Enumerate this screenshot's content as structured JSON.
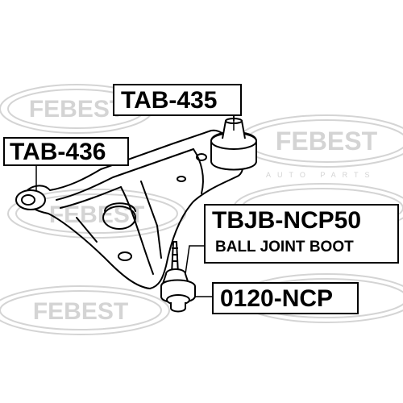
{
  "watermark": {
    "brand": "FEBEST",
    "tagline": "AUTO PARTS"
  },
  "labels": {
    "upper_bushing": "TAB-435",
    "front_bushing": "TAB-436",
    "boot_part_number": "TBJB-NCP50",
    "boot_description": "BALL JOINT BOOT",
    "ball_joint": "0120-NCP"
  },
  "colors": {
    "watermark": "#d4d4d4",
    "line": "#000000"
  }
}
